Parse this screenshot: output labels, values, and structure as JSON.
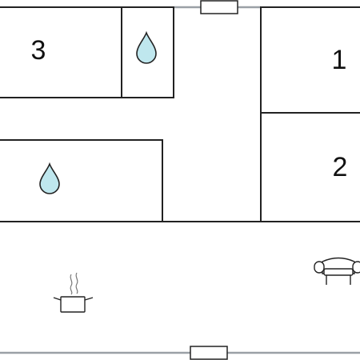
{
  "floor_plan": {
    "rooms": [
      {
        "id": "room-3",
        "label": "3"
      },
      {
        "id": "room-1",
        "label": "1"
      },
      {
        "id": "room-2",
        "label": "2"
      }
    ],
    "fixtures": [
      {
        "type": "bathroom",
        "icon": "water-drop-icon"
      },
      {
        "type": "bathroom",
        "icon": "water-drop-icon"
      },
      {
        "type": "kitchen",
        "icon": "cooking-pot-icon"
      },
      {
        "type": "living-room",
        "icon": "sofa-icon"
      }
    ],
    "colors": {
      "wall": "#222222",
      "exterior_wall": "#9aa0a6",
      "water": "#bfe7ee",
      "background": "#ffffff"
    }
  }
}
